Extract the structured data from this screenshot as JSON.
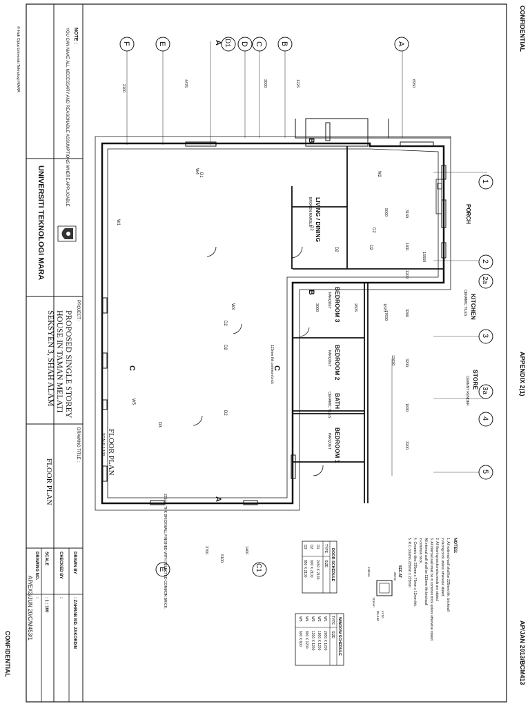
{
  "header": {
    "confidential_top": "CONFIDENTIAL",
    "appendix": "APPENDIX 2(1)",
    "code": "AP/JAN 2013/BCM413",
    "confidential_bottom": "CONFIDENTIAL"
  },
  "plan": {
    "rooms": [
      {
        "name": "STORE",
        "finish": "CEMENT RENDER"
      },
      {
        "name": "KITCHEN",
        "finish": "CERAMIC TILES"
      },
      {
        "name": "LIVING / DINING",
        "finish": "BROKEN MARBLE"
      },
      {
        "name": "BEDROOM 3",
        "finish": "PARQUET"
      },
      {
        "name": "BEDROOM 2",
        "finish": "PARQUET"
      },
      {
        "name": "BATH",
        "finish": "CERAMIC TILES"
      },
      {
        "name": "BEDROOM 1",
        "finish": "PARQUET"
      }
    ],
    "porch": "PORCH",
    "grid_letters": [
      "A",
      "B",
      "C",
      "D",
      "D1",
      "E",
      "F",
      "E",
      "C1"
    ],
    "grid_numbers": [
      "1",
      "2",
      "2a",
      "3",
      "3a",
      "4",
      "5"
    ],
    "dims_top": [
      "15650",
      "6950",
      "1225",
      "3000",
      "4475",
      "2100"
    ],
    "dims_side": [
      "5000",
      "3169",
      "1831",
      "1200",
      "17630",
      "3200",
      "12630",
      "3200",
      "1830",
      "3200"
    ],
    "dims_mid": [
      "3000",
      "2605",
      "1870"
    ],
    "dims_bottom": [
      "3700",
      "1400",
      "5100"
    ],
    "sections": [
      "A",
      "A",
      "B",
      "B",
      "C",
      "C"
    ],
    "door_tags": [
      "D1",
      "D2",
      "D2",
      "D2",
      "D2",
      "D2",
      "D2",
      "D3",
      "D2"
    ],
    "window_tags": [
      "W1",
      "W2",
      "W3",
      "W4",
      "W5"
    ],
    "note_common_brick": "113mm thk common brick",
    "note_ext_wall": "225mm THK BRICKWALL FINISHED WITH SELECTED COMMON BRICK.",
    "title": "FLOOR PLAN",
    "scale": "SCALE 1:100"
  },
  "notes": {
    "title": "NOTES:",
    "items": [
      "1. All external wall shall be 225mm thk. brickwall",
      "   in facing brick unless otherwise stated.",
      "2. All flooring sections/screeds are stated.",
      "3. All internal wall shall be in common brick unless otherwise stated.",
      "   All internal wall shall be 113mm thk brickwall",
      "   in common brick.",
      "4. Ceramic tiles 225mm x 75mm x 12mm thk.",
      "5. R.C column 225mm x 225mm"
    ],
    "column_detail": {
      "label": "SEC.AT",
      "dim1": "25mm",
      "dim2": "118mm",
      "dim3": "113mm",
      "rebar": "4Y10",
      "link": "R6-150"
    }
  },
  "door_schedule": {
    "title": "DOOR SCHEDULE",
    "headers": [
      "TYPE",
      "SIZE"
    ],
    "rows": [
      [
        "D1",
        "2450 X 2100"
      ],
      [
        "D2",
        "900 X 2100"
      ],
      [
        "D3",
        "850 X 2100"
      ]
    ]
  },
  "window_schedule": {
    "title": "WINDOW SCHEDULE",
    "headers": [
      "TYPE",
      "SIZE"
    ],
    "rows": [
      [
        "W1",
        "2650 X 1200"
      ],
      [
        "W2",
        "1800 X 1200"
      ],
      [
        "W3",
        "1200 X 1200"
      ],
      [
        "W4",
        "800 X 1200"
      ],
      [
        "W5",
        "600 X 600"
      ]
    ]
  },
  "title_block": {
    "copyright": "© Hak Cipta Universiti Teknologi MARA",
    "note_label": "NOTE :",
    "note_text": "YOU CAN MAKE ALL NECESSARY AND REASONABLE ASSUMPTIONS WHERE APPLICABLE",
    "university": "UNIVERSITI TEKNOLOGI MARA",
    "project_label": "PROJECT :",
    "project_lines": [
      "PROPOSED SINGLE STOREY",
      "HOUSE IN TAMAN MELATI",
      "SEKSYEN 3, SHAH ALAM"
    ],
    "drawing_title_label": "DRAWING TITLE :",
    "drawing_title": "FLOOR PLAN",
    "drawn_by_label": "DRAWN BY",
    "drawn_by": ": ZAHRAB MD. ZAKORDIN",
    "checked_by_label": "CHECKED BY",
    "checked_by": ":",
    "scale_label": "SCALE",
    "scale": ": 1 : 100",
    "drawing_no_label": "DRAWING NO.",
    "drawing_no_colon": ":",
    "drawing_no": "AP/EX3/JUN 20/C/M453/1"
  }
}
